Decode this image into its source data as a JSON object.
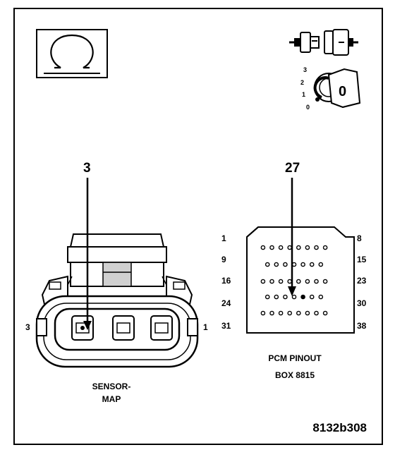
{
  "meter_symbol": {
    "icon": "ohm-symbol-icon"
  },
  "test_icons": {
    "connector_icon": "disconnected-connector-icon",
    "ignition_icon": "ignition-key-icon",
    "ignition_positions": [
      "3",
      "2",
      "1",
      "0"
    ],
    "key_position": "0"
  },
  "sensor_connector": {
    "pin_callout": "3",
    "left_pin_label": "3",
    "right_pin_label": "1",
    "name_line1": "SENSOR-",
    "name_line2": "MAP",
    "cavity_count": 3,
    "highlighted_cavity": 1
  },
  "pcm_connector": {
    "pin_callout": "27",
    "row_labels_left": [
      "1",
      "9",
      "16",
      "24",
      "31"
    ],
    "row_labels_right": [
      "8",
      "15",
      "23",
      "30",
      "38"
    ],
    "row_pin_counts": [
      8,
      7,
      8,
      7,
      8
    ],
    "highlighted_row": 3,
    "highlighted_pin_in_row": 4,
    "title_line1": "PCM PINOUT",
    "title_line2": "BOX 8815"
  },
  "figure_id": "8132b308",
  "colors": {
    "ink": "#000000",
    "shade": "#d0d0d0",
    "paper": "#ffffff"
  }
}
